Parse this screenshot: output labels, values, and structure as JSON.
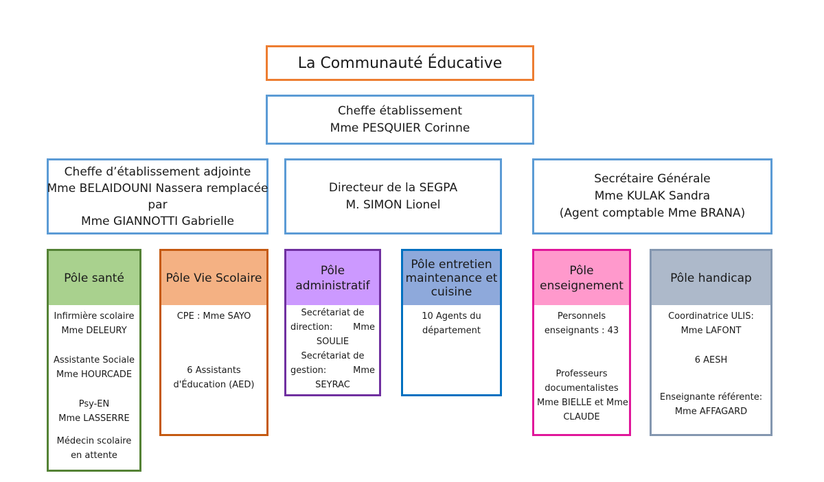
{
  "title": "La Communauté Éducative",
  "head": {
    "role": "Cheffe établissement",
    "name": "Mme PESQUIER Corinne"
  },
  "deputy": {
    "role": "Cheffe d’établissement adjointe",
    "line2": "Mme BELAIDOUNI Nassera remplacée",
    "line3": "par",
    "line4": "Mme GIANNOTTI Gabrielle"
  },
  "segpa": {
    "role": "Directeur de la SEGPA",
    "name": "M. SIMON Lionel"
  },
  "secretary": {
    "role": "Secrétaire Générale",
    "name": "Mme KULAK Sandra",
    "note": "(Agent comptable  Mme BRANA)"
  },
  "poles": {
    "sante": {
      "title": "Pôle santé",
      "l1": "Infirmière scolaire",
      "l2": "Mme DELEURY",
      "l3": "Assistante Sociale",
      "l4": "Mme HOURCADE",
      "l5": "Psy-EN",
      "l6": "Mme LASSERRE",
      "l7": "Médecin scolaire",
      "l8": "en attente"
    },
    "vie": {
      "title": "Pôle Vie Scolaire",
      "l1": "CPE : Mme SAYO",
      "l2": "6 Assistants",
      "l3": "d'Éducation (AED)"
    },
    "admin": {
      "title1": "Pôle",
      "title2": "administratif",
      "l1": "Secrétariat de",
      "l2a": "direction:",
      "l2b": "Mme",
      "l3": "SOULIE",
      "l4": "Secrétariat de",
      "l5a": "gestion:",
      "l5b": "Mme",
      "l6": "SEYRAC"
    },
    "entretien": {
      "title1": "Pôle entretien",
      "title2": "maintenance et",
      "title3": "cuisine",
      "l1": "10 Agents du",
      "l2": "département"
    },
    "enseignement": {
      "title1": "Pôle",
      "title2": "enseignement",
      "l1": "Personnels",
      "l2": "enseignants : 43",
      "l3": "Professeurs",
      "l4": "documentalistes",
      "l5": "Mme BIELLE et Mme",
      "l6": "CLAUDE"
    },
    "handicap": {
      "title": "Pôle handicap",
      "l1": "Coordinatrice ULIS:",
      "l2": "Mme LAFONT",
      "l3": "6 AESH",
      "l4": "Enseignante référente:",
      "l5": "Mme AFFAGARD"
    }
  },
  "colors": {
    "title_border": "#ED7D31",
    "direction_border": "#5B9BD5",
    "sante": "#548235",
    "vie_scolaire": "#C55A11",
    "administratif": "#7030A0",
    "entretien": "#0070C0",
    "enseignement": "#E0179A",
    "handicap": "#8497B0"
  }
}
